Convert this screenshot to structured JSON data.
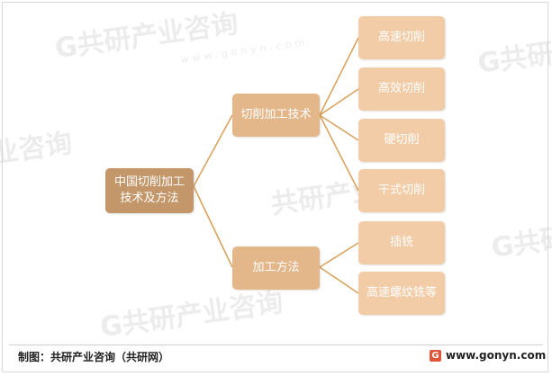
{
  "diagram": {
    "root": "中国切削加工技术及方法",
    "branches": [
      {
        "label": "切削加工技术",
        "children": [
          "高速切削",
          "高效切削",
          "硬切削",
          "干式切削"
        ]
      },
      {
        "label": "加工方法",
        "children": [
          "插铣",
          "高速螺纹铣等"
        ]
      }
    ]
  },
  "footer": {
    "source": "制图：共研产业咨询（共研网）",
    "site": "www.gonyn.com",
    "logo_char": "G"
  },
  "watermark": {
    "brand": "G共研产业咨询",
    "domain": "www.gonyn.com"
  },
  "colors": {
    "root": "#c4976a",
    "branch": "#e3b78a",
    "leaf": "#f2cca6",
    "connector": "#d9a35f"
  }
}
